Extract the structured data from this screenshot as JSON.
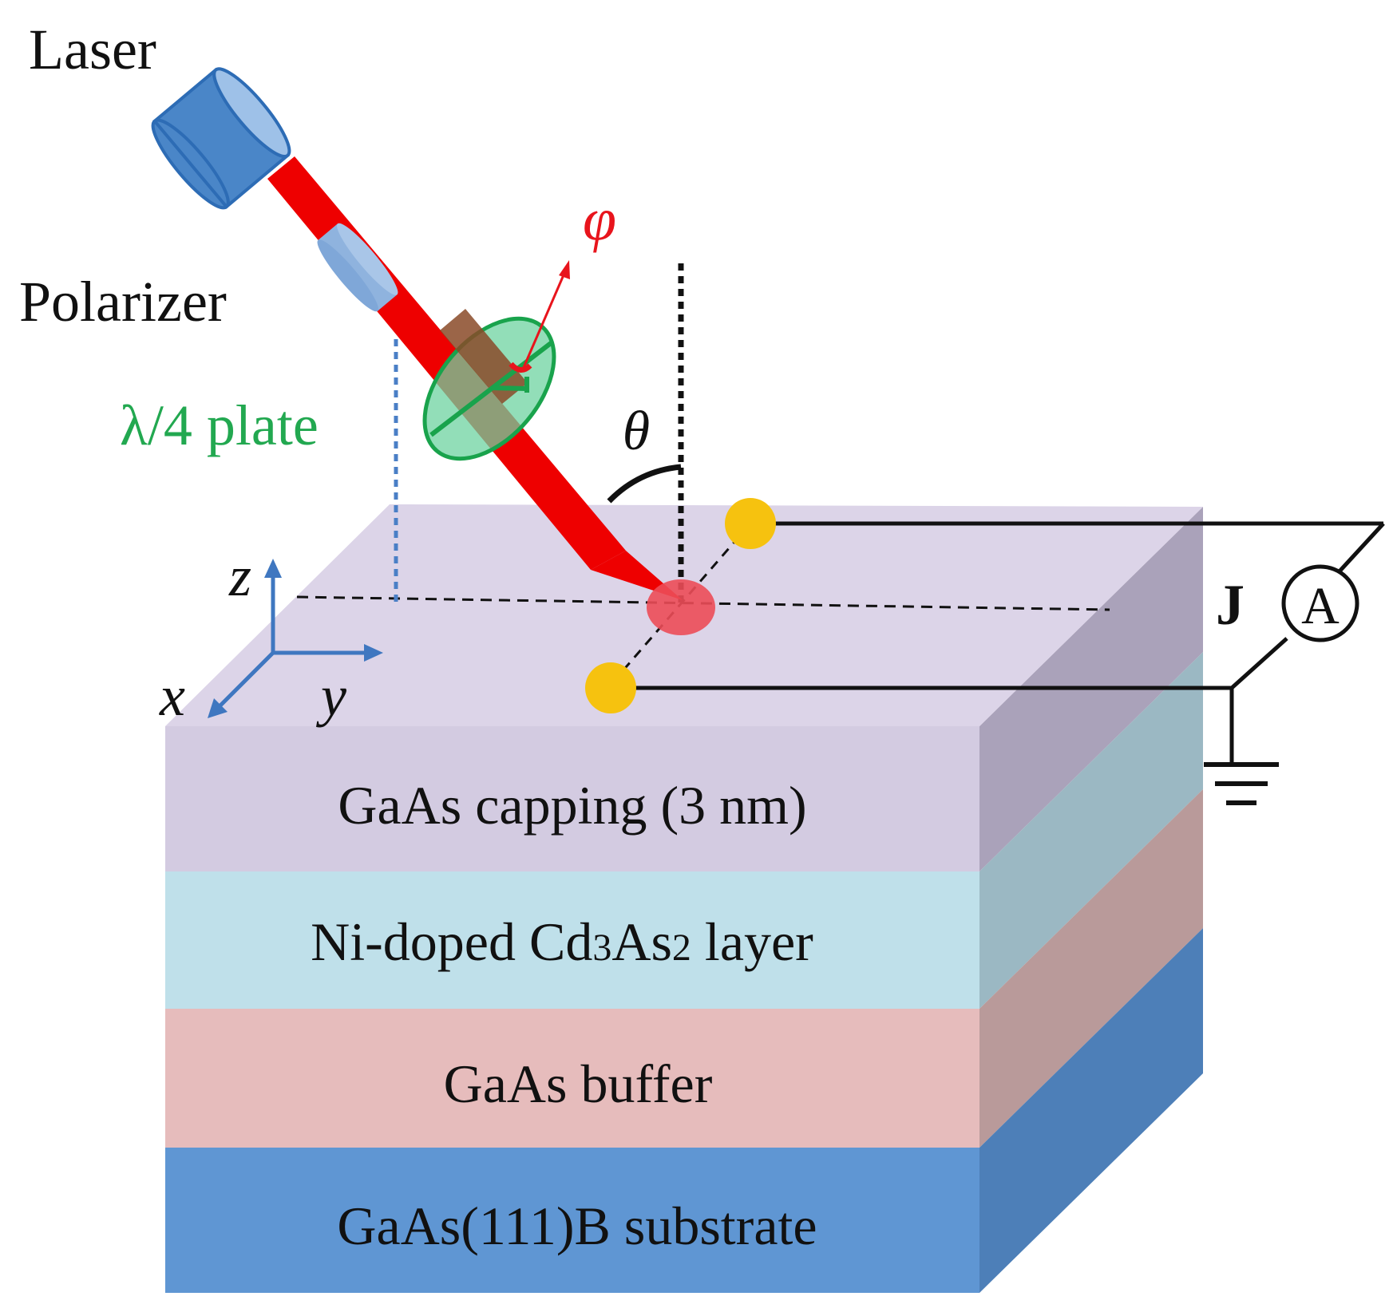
{
  "labels": {
    "laser": "Laser",
    "polarizer": "Polarizer",
    "waveplate": "λ/4 plate",
    "phi": "φ",
    "theta": "θ",
    "current": "J",
    "ammeter": "A"
  },
  "axes": {
    "x": "x",
    "y": "y",
    "z": "z"
  },
  "layers": [
    {
      "label": "GaAs capping (3 nm)",
      "color": "#d3cbe1"
    },
    {
      "label_parts": [
        "Ni-doped Cd",
        "3",
        "As",
        "2",
        " layer"
      ],
      "color": "#bfe0ea"
    },
    {
      "label": "GaAs buffer",
      "color": "#e6bcbc"
    },
    {
      "label": "GaAs(111)B substrate",
      "color": "#5f96d3"
    }
  ],
  "colors": {
    "beam": "#ee0000",
    "laser_body": "#4a86c8",
    "polarizer": "#92b7e0",
    "waveplate_fill": "#6dd3a0",
    "waveplate_edge": "#19a34c",
    "waveplate_text": "#22a850",
    "phi_text": "#e8141c",
    "contact": "#f6c20f",
    "axis": "#3f77c0",
    "top_surface": "#dcd4e8"
  }
}
